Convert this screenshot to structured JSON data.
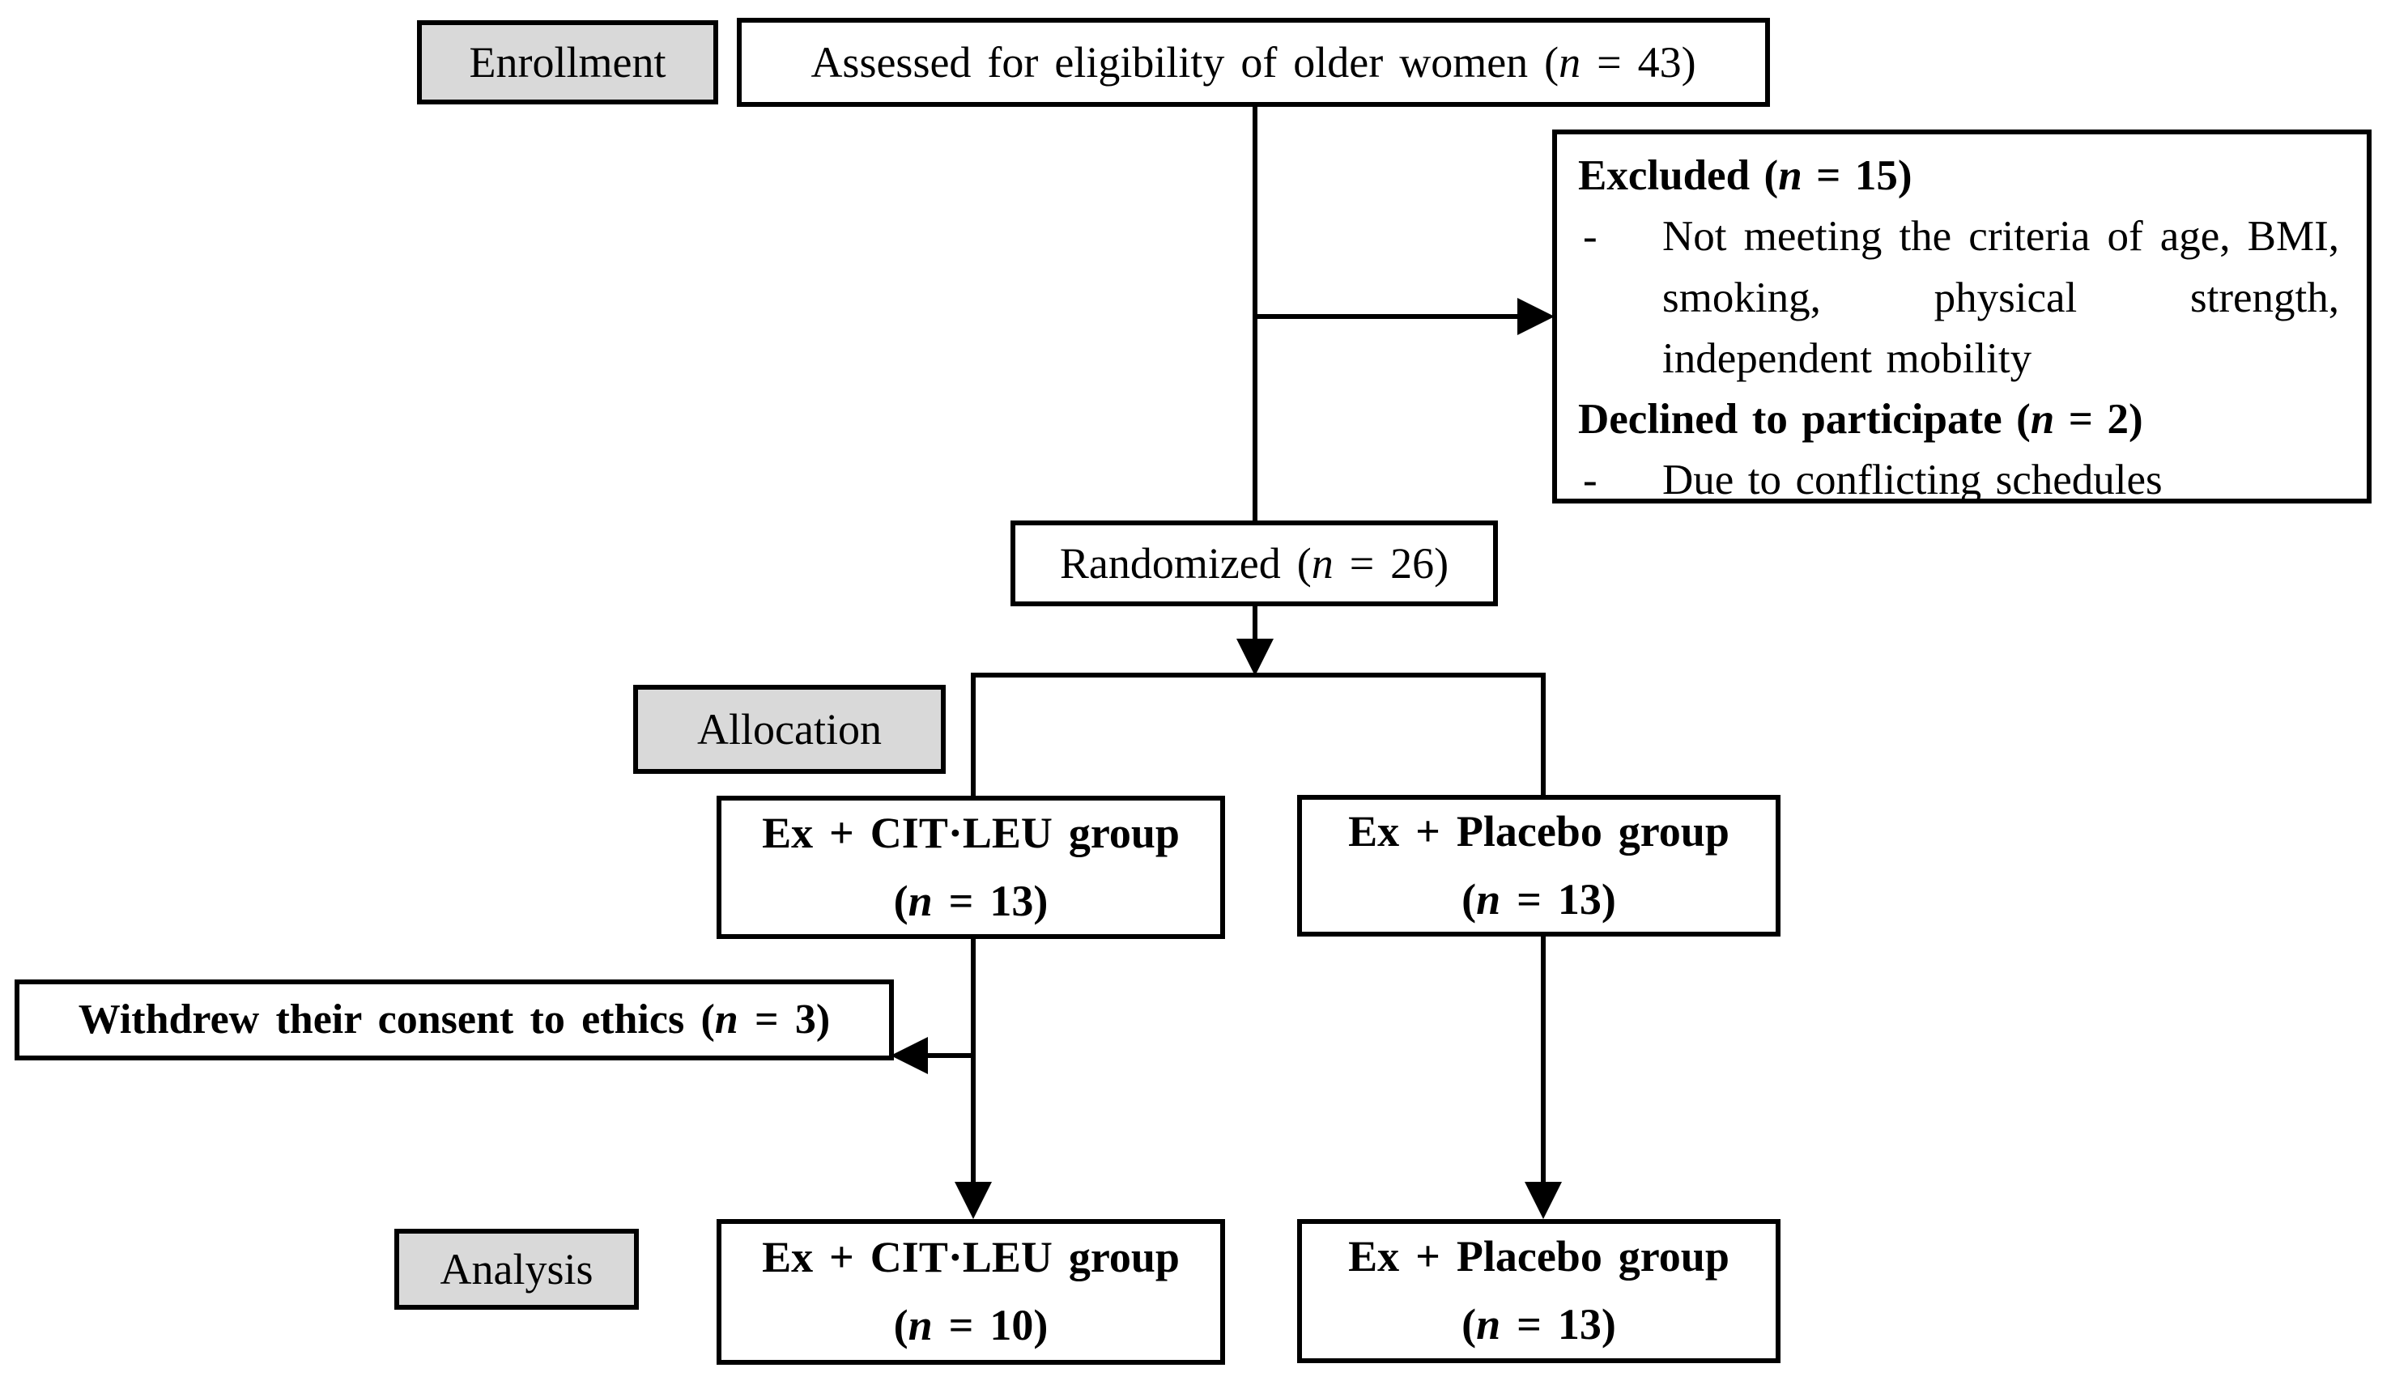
{
  "figure": {
    "type": "consort-flow-diagram",
    "colors": {
      "stage_fill": "#d9d9d9",
      "box_fill": "#ffffff",
      "line": "#000000",
      "background": "#ffffff"
    },
    "stages": {
      "enrollment": "Enrollment",
      "allocation": "Allocation",
      "analysis": "Analysis"
    },
    "nodes": {
      "assessed": {
        "prefix": "Assessed for eligibility of older women (",
        "n": "n",
        "suffix": " = 43)"
      },
      "excluded": {
        "title": {
          "prefix": "Excluded (",
          "n": "n",
          "suffix": " = 15)"
        },
        "item1": {
          "dash": "-",
          "text": "Not meeting the criteria of age, BMI, smoking, physical strength, independent mobility"
        },
        "subtitle": {
          "prefix": "Declined to participate (",
          "n": "n",
          "suffix": " = 2)"
        },
        "item2": {
          "dash": "-",
          "text": "Due to conflicting schedules"
        }
      },
      "randomized": {
        "prefix": "Randomized (",
        "n": "n",
        "suffix": " = 26)"
      },
      "allocation_citleu": {
        "line1": "Ex + CIT·LEU group",
        "count": {
          "prefix": "(",
          "n": "n",
          "suffix": " = 13)"
        }
      },
      "allocation_placebo": {
        "line1": "Ex + Placebo group",
        "count": {
          "prefix": "(",
          "n": "n",
          "suffix": " = 13)"
        }
      },
      "withdrew": {
        "prefix": "Withdrew their consent to ethics (",
        "n": "n",
        "suffix": " = 3)"
      },
      "analysis_citleu": {
        "line1": "Ex + CIT·LEU group",
        "count": {
          "prefix": "(",
          "n": "n",
          "suffix": " = 10)"
        }
      },
      "analysis_placebo": {
        "line1": "Ex + Placebo group",
        "count": {
          "prefix": "(",
          "n": "n",
          "suffix": " = 13)"
        }
      }
    }
  }
}
